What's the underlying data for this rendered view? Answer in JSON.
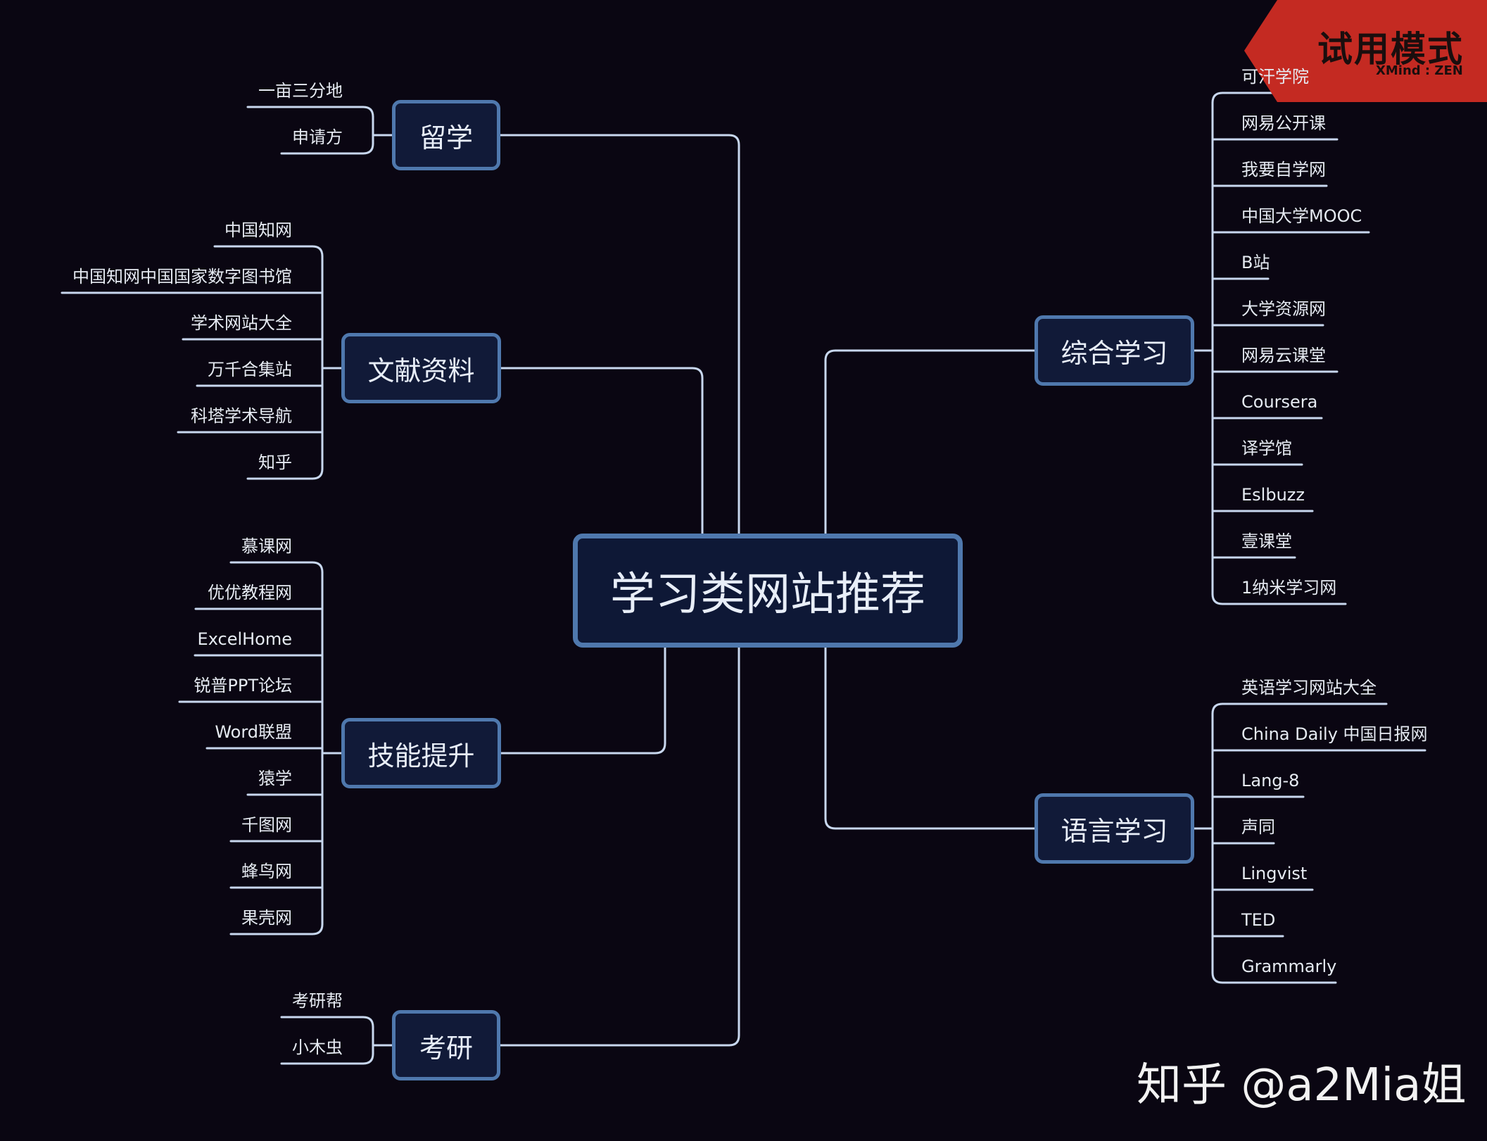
{
  "central": {
    "label": "学习类网站推荐"
  },
  "branches": [
    {
      "id": "liuxue",
      "label": "留学",
      "side": "left",
      "leaves": [
        "一亩三分地",
        "申请方"
      ]
    },
    {
      "id": "wenxian",
      "label": "文献资料",
      "side": "left",
      "leaves": [
        "中国知网",
        "中国知网中国国家数字图书馆",
        "学术网站大全",
        "万千合集站",
        "科塔学术导航",
        "知乎"
      ]
    },
    {
      "id": "jineng",
      "label": "技能提升",
      "side": "left",
      "leaves": [
        "慕课网",
        "优优教程网",
        "ExcelHome",
        "锐普PPT论坛",
        "Word联盟",
        "猿学",
        "千图网",
        "蜂鸟网",
        "果壳网"
      ]
    },
    {
      "id": "kaoyan",
      "label": "考研",
      "side": "left",
      "leaves": [
        "考研帮",
        "小木虫"
      ]
    },
    {
      "id": "zonghe",
      "label": "综合学习",
      "side": "right",
      "leaves": [
        "可汗学院",
        "网易公开课",
        "我要自学网",
        "中国大学MOOC",
        "B站",
        "大学资源网",
        "网易云课堂",
        "Coursera",
        "译学馆",
        "Eslbuzz",
        "壹课堂",
        "1纳米学习网"
      ]
    },
    {
      "id": "yuyan",
      "label": "语言学习",
      "side": "right",
      "leaves": [
        "英语学习网站大全",
        "China Daily 中国日报网",
        "Lang-8",
        "声同",
        "Lingvist",
        "TED",
        "Grammarly"
      ]
    }
  ],
  "trial_badge": {
    "title": "试用模式",
    "subtitle": "XMind : ZEN"
  },
  "watermark": "知乎 @a2Mia姐",
  "colors": {
    "background": "#0a0612",
    "topic_fill": "#111a38",
    "topic_border": "#4f78ad",
    "line": "#c8d7ee",
    "badge": "#c42a22"
  }
}
